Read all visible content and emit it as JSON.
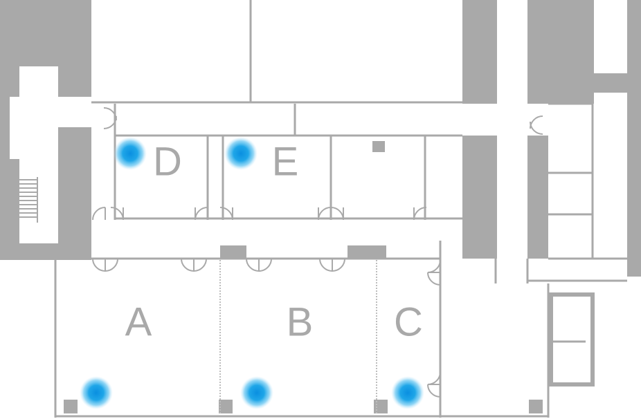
{
  "map": {
    "rooms": [
      {
        "id": "A",
        "label": "A",
        "has_marker": true
      },
      {
        "id": "B",
        "label": "B",
        "has_marker": true
      },
      {
        "id": "C",
        "label": "C",
        "has_marker": true
      },
      {
        "id": "D",
        "label": "D",
        "has_marker": true
      },
      {
        "id": "E",
        "label": "E",
        "has_marker": true
      }
    ],
    "marker_color": "#1fa6e8",
    "wall_color": "#a9a9a9",
    "fill_color": "#ffffff",
    "label_color": "#a9a9a9"
  }
}
